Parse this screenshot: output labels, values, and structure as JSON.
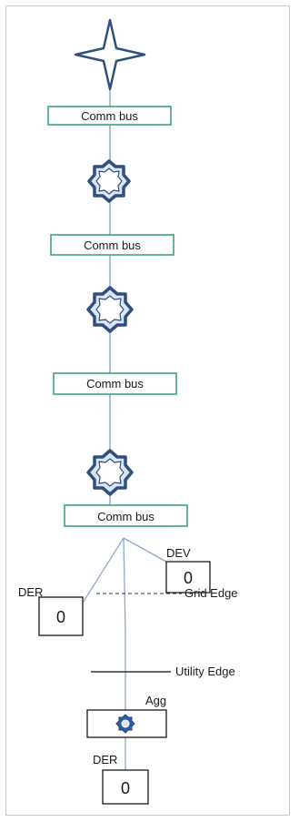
{
  "diagram": {
    "comm_bus_labels": [
      "Comm bus",
      "Comm bus",
      "Comm bus",
      "Comm bus"
    ],
    "dev_label": "DEV",
    "dev_symbol": "0",
    "der_left_label": "DER",
    "der_left_symbol": "0",
    "grid_edge_label": "Grid Edge",
    "utility_edge_label": "Utility Edge",
    "agg_label": "Agg",
    "der_bottom_label": "DER",
    "der_bottom_symbol": "0",
    "colors": {
      "bus_border": "#2e9e6e",
      "star_stroke": "#2f4f7f",
      "star_fill": "#dbe7f5",
      "line": "#8fa9cf",
      "box_border": "#1a1a1a",
      "agg_icon": "#2f5fa0"
    },
    "icons": {
      "top_node": "four-point-star-icon",
      "middle_nodes": "eight-point-star-icon",
      "agg_node": "gear-icon"
    }
  }
}
